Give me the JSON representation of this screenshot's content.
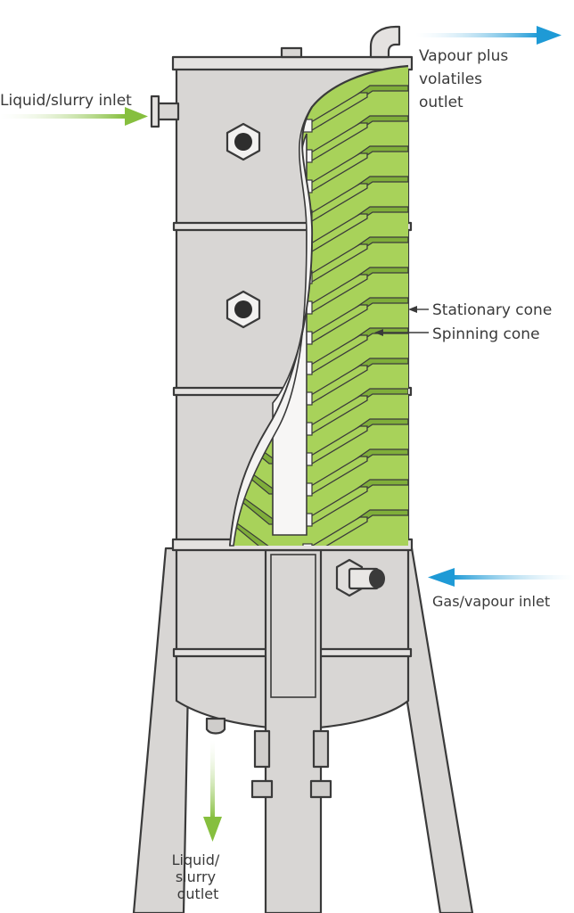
{
  "labels": {
    "liquid_inlet": "Liquid/slurry inlet",
    "vapour_outlet": [
      "Vapour plus",
      "volatiles",
      "outlet"
    ],
    "stationary_cone": "Stationary cone",
    "spinning_cone": "Spinning cone",
    "gas_inlet": "Gas/vapour inlet",
    "liquid_outlet": [
      "Liquid/",
      "slurry",
      "outlet"
    ]
  },
  "colors": {
    "steel": "#d8d6d4",
    "steel_dark": "#c4c2c0",
    "green": "#a8d25a",
    "green_dark": "#7fae3a",
    "liquid_arrow": "#86bf3e",
    "vapour_arrow": "#1e9ad6",
    "outline": "#3a3a3a"
  },
  "icons": {
    "liquid_inlet_arrow": "arrow-right-icon",
    "vapour_outlet_arrow": "arrow-right-icon",
    "gas_inlet_arrow": "arrow-left-icon",
    "liquid_outlet_arrow": "arrow-down-icon",
    "inspection_port": "hexagon-port-icon"
  }
}
